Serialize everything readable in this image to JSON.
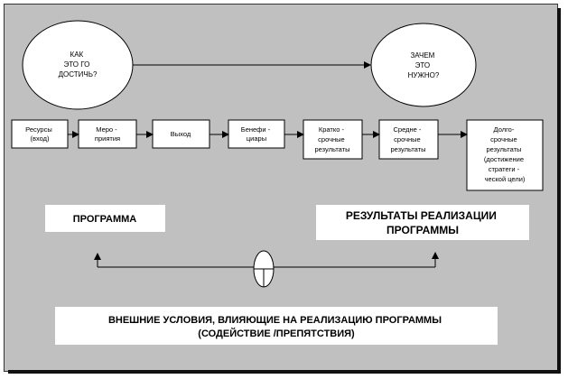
{
  "circles": {
    "left": {
      "lines": [
        "КАК",
        "ЭТО ГО",
        "ДОСТИЧЬ?"
      ]
    },
    "right": {
      "lines": [
        "ЗАЧЕМ",
        "ЭТО",
        "НУЖНО?"
      ]
    }
  },
  "boxes": [
    {
      "lines": [
        "Ресурсы",
        "(вход)"
      ]
    },
    {
      "lines": [
        "Меро -",
        "приятия"
      ]
    },
    {
      "lines": [
        "Выход"
      ]
    },
    {
      "lines": [
        "Бенефи -",
        "циары"
      ]
    },
    {
      "lines": [
        "Кратко -",
        "срочные",
        "результаты"
      ]
    },
    {
      "lines": [
        "Средне -",
        "срочные",
        "результаты"
      ]
    },
    {
      "lines": [
        "Долго-",
        "срочные",
        "результаты",
        "(достижение",
        "стратеги -",
        "ческой цели)"
      ]
    }
  ],
  "program_label": "ПРОГРАММА",
  "results_label": [
    "РЕЗУЛЬТАТЫ  РЕАЛИЗАЦИИ",
    "ПРОГРАММЫ"
  ],
  "external_label": [
    "ВНЕШНИЕ  УСЛОВИЯ,  ВЛИЯЮЩИЕ  НА РЕАЛИЗАЦИЮ ПРОГРАММЫ",
    "(СОДЕЙСТВИЕ /ПРЕПЯТСТВИЯ)"
  ],
  "colors": {
    "background": "#c0c0c0",
    "box": "#ffffff",
    "line": "#000000"
  }
}
